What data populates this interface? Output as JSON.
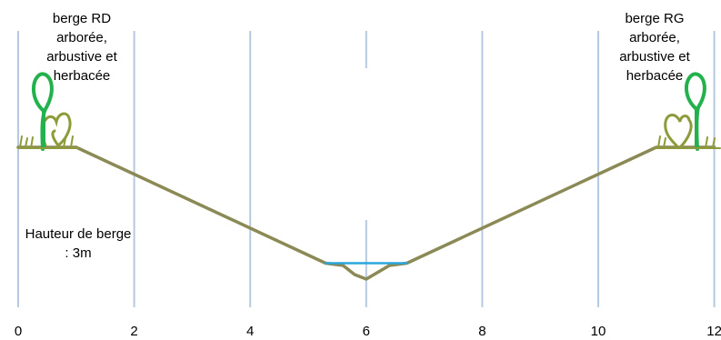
{
  "chart_data": {
    "type": "line",
    "title": "",
    "xlabel": "",
    "ylabel": "",
    "xlim": [
      0,
      12
    ],
    "x_ticks": [
      "0",
      "2",
      "4",
      "6",
      "8",
      "10",
      "12"
    ],
    "grid": "vertical",
    "series": [
      {
        "role": "profil",
        "color": "#8b8a56",
        "x": [
          0,
          1,
          5.3,
          5.6,
          5.8,
          6.0,
          6.2,
          6.4,
          6.7,
          11,
          12
        ],
        "y": [
          0,
          0,
          -2.55,
          -2.6,
          -2.8,
          -2.9,
          -2.75,
          -2.6,
          -2.55,
          0,
          0
        ]
      },
      {
        "role": "plan d'eau",
        "color": "#2aa6dc",
        "x": [
          5.3,
          6.7
        ],
        "y": [
          -2.55,
          -2.55
        ]
      }
    ],
    "annotations": {
      "left_bank": "berge RD\narborée,\narbustive et\nherbacée",
      "right_bank": "berge RG\narborée,\narbustive et\nherbacée",
      "height": "Hauteur de berge\n: 3m"
    },
    "colors": {
      "grid": "#b7c9e0",
      "profile": "#8b8a56",
      "water": "#2aa6dc",
      "tree": "#22b14c",
      "shrub": "#8e9b3a"
    }
  }
}
